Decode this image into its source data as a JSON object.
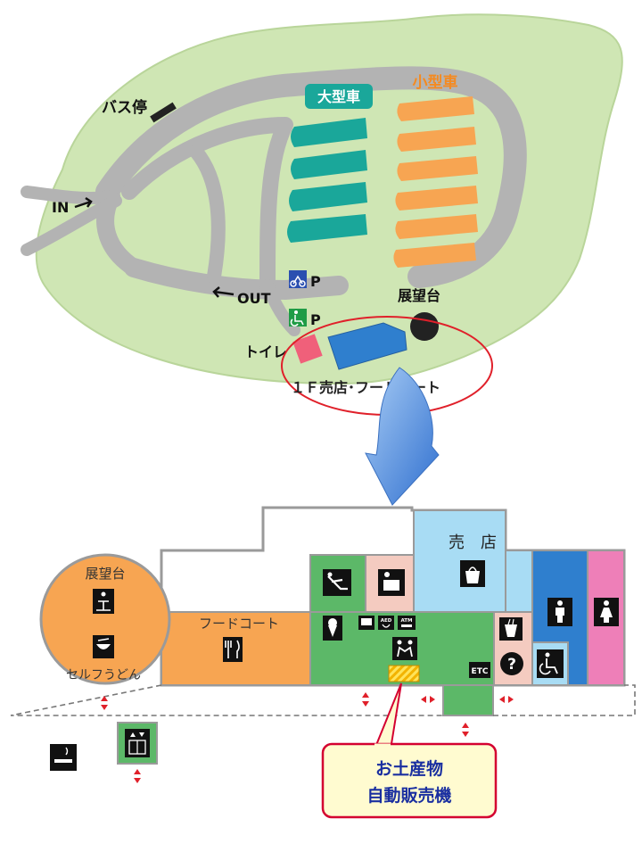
{
  "site_map": {
    "bus_stop": "バス停",
    "in": "IN",
    "out": "OUT",
    "large_vehicles": "大型車",
    "small_vehicles": "小型車",
    "motorcycle_parking": "P",
    "accessible_parking": "P",
    "observation_deck": "展望台",
    "toilet": "トイレ",
    "shop_food_court": "１Ｆ売店･フードコート"
  },
  "floor_plan": {
    "observation_deck": "展望台",
    "self_udon": "セルフうどん",
    "food_court": "フードコート",
    "shop": "売　店",
    "etc": "ETC",
    "aed": "AED",
    "atm": "ATM"
  },
  "callout": {
    "line1": "お土産物",
    "line2": "自動販売機"
  },
  "colors": {
    "grass": "#cfe6b4",
    "road": "#b3b3b3",
    "large_parking": "#1aa79a",
    "small_parking": "#f7a552",
    "building": "#2f7fce",
    "toilet": "#f0607a",
    "observation": "#222222",
    "highlight_ring": "#e0202a",
    "arrow": "#4a8fe0",
    "plan_orange": "#f7a552",
    "plan_green": "#5cb868",
    "plan_pink_light": "#f4cbc0",
    "plan_sky": "#a8dcf4",
    "plan_blue": "#2f7fce",
    "plan_pink": "#ee7fb8",
    "callout_bg": "#fffbd0",
    "callout_border": "#d40030"
  }
}
